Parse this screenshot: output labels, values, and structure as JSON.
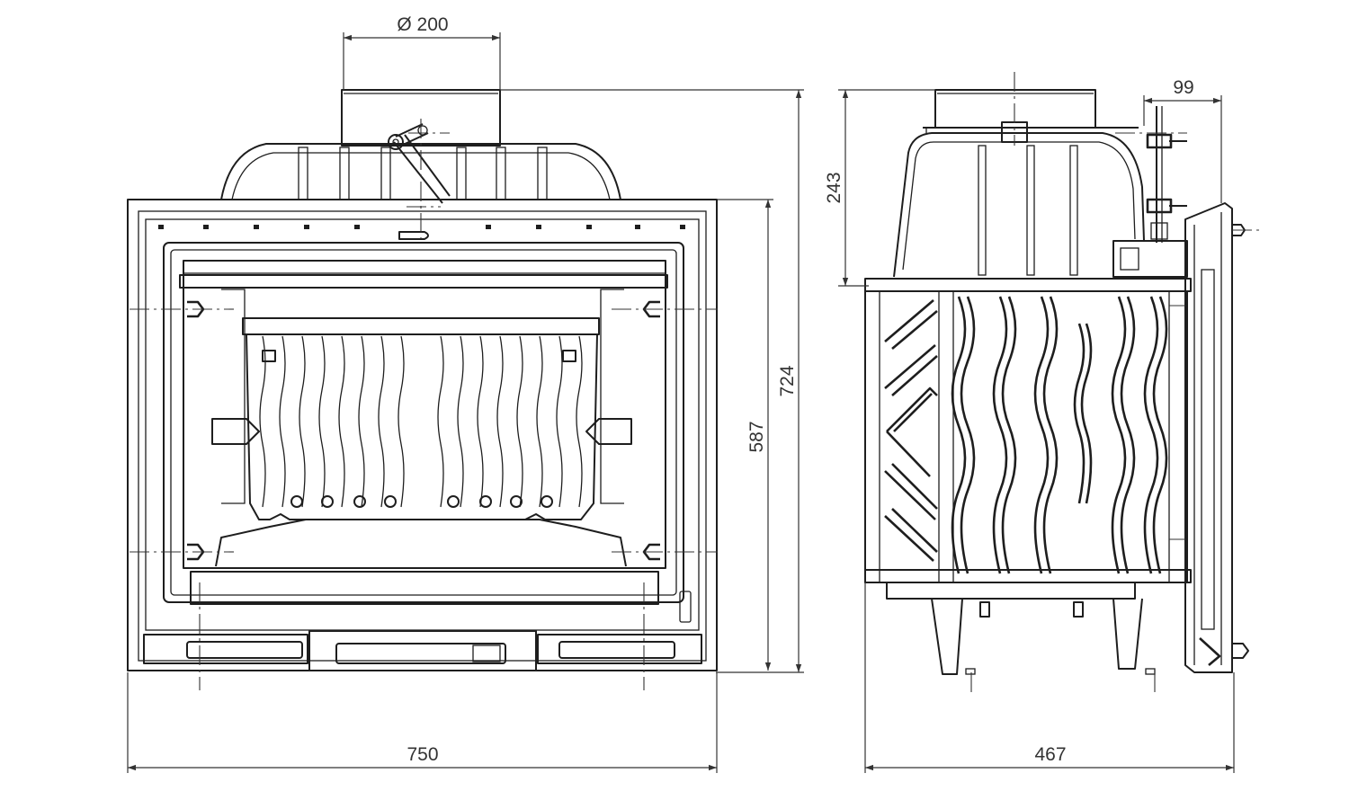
{
  "dimensions": {
    "flue_diameter": "Ø 200",
    "total_height": "724",
    "body_height": "587",
    "front_width": "750",
    "side_depth": "467",
    "top_collar_height": "243",
    "rear_offset": "99"
  },
  "colors": {
    "line": "#1e1e1e",
    "dimension": "#333333",
    "background": "#ffffff"
  }
}
